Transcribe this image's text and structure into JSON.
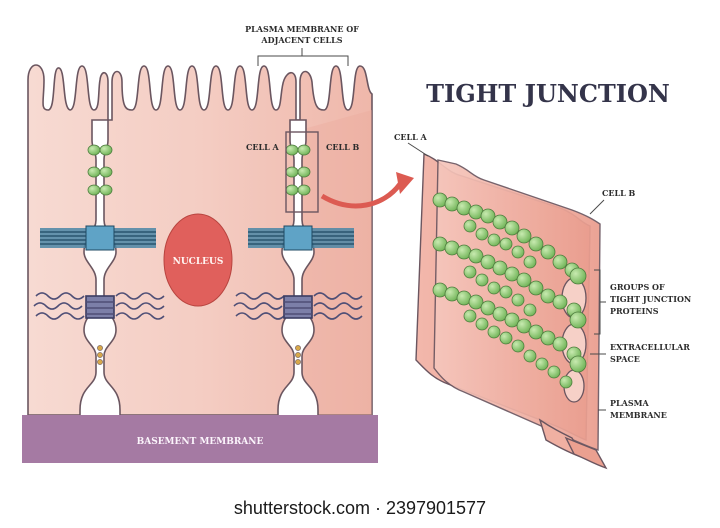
{
  "labels": {
    "plasma_membrane_line1": "PLASMA MEMBRANE OF",
    "plasma_membrane_line2": "ADJACENT CELLS",
    "cell_a_left": "CELL A",
    "cell_b_left": "CELL B",
    "nucleus": "NUCLEUS",
    "basement_membrane": "BASEMENT MEMBRANE",
    "title": "TIGHT JUNCTION",
    "cell_a_right": "CELL A",
    "cell_b_right": "CELL B",
    "groups_line1": "GROUPS OF",
    "groups_line2": "TIGHT JUNCTION",
    "groups_line3": "PROTEINS",
    "extracellular_line1": "EXTRACELLULAR",
    "extracellular_line2": "SPACE",
    "plasma_right_line1": "PLASMA",
    "plasma_right_line2": "MEMBRANE"
  },
  "watermark": "shutterstock.com · 2397901577",
  "colors": {
    "cell_fill": "#f6d5cd",
    "cell_shade": "#efb3a6",
    "outline": "#6b5660",
    "protein_green": "#8fca72",
    "desmosome_blue": "#3f8fb0",
    "nucleus": "#e0605c",
    "basement": "#a57aa3",
    "arrow": "#dc5b52"
  }
}
